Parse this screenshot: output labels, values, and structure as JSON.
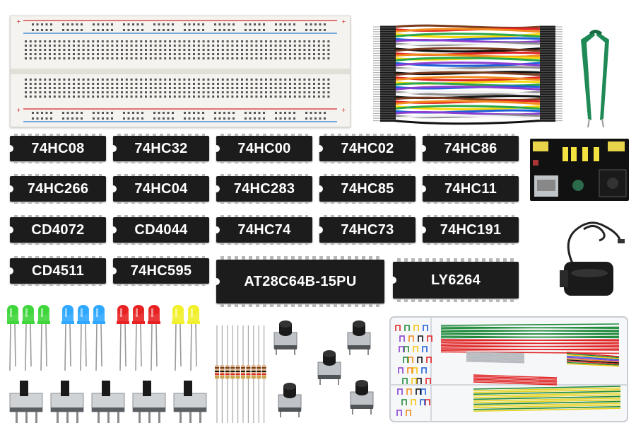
{
  "chips": [
    {
      "label": "74HC08"
    },
    {
      "label": "74HC32"
    },
    {
      "label": "74HC00"
    },
    {
      "label": "74HC02"
    },
    {
      "label": "74HC86"
    },
    {
      "label": "74HC266"
    },
    {
      "label": "74HC04"
    },
    {
      "label": "74HC283"
    },
    {
      "label": "74HC85"
    },
    {
      "label": "74HC11"
    },
    {
      "label": "CD4072"
    },
    {
      "label": "CD4044"
    },
    {
      "label": "74HC74"
    },
    {
      "label": "74HC73"
    },
    {
      "label": "74HC191"
    },
    {
      "label": "CD4511"
    },
    {
      "label": "74HC595"
    },
    {
      "label": "AT28C64B-15PU"
    },
    {
      "label": "LY6264"
    }
  ],
  "colors": {
    "chip_body": "#1c1c1c",
    "rail_red": "#d42a2a",
    "rail_blue": "#2a7fd4",
    "led_green": "#3ed63a",
    "led_blue": "#2fa8ff",
    "led_red": "#e82222",
    "led_yellow": "#f2f02a",
    "tweezer_green": "#1f8a55"
  },
  "leds": [
    {
      "color": "green",
      "count": 3
    },
    {
      "color": "blue",
      "count": 3
    },
    {
      "color": "red",
      "count": 3
    },
    {
      "color": "yellow",
      "count": 2
    }
  ],
  "switches": {
    "count": 5
  },
  "resistors": {
    "count": 10
  },
  "push_buttons": {
    "count": 5
  }
}
